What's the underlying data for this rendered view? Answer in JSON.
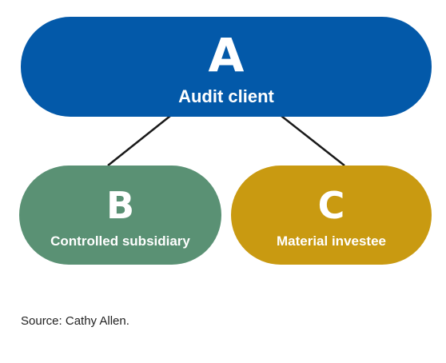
{
  "colors": {
    "node_a": "#0359a9",
    "node_b": "#5a9174",
    "node_c": "#c99a11",
    "connector": "#1a1a1a"
  },
  "nodes": {
    "a": {
      "letter": "A",
      "label": "Audit client"
    },
    "b": {
      "letter": "B",
      "label": "Controlled subsidiary"
    },
    "c": {
      "letter": "C",
      "label": "Material investee"
    }
  },
  "edges": [
    {
      "from": "A",
      "to": "B"
    },
    {
      "from": "A",
      "to": "C"
    }
  ],
  "source": "Source: Cathy Allen."
}
